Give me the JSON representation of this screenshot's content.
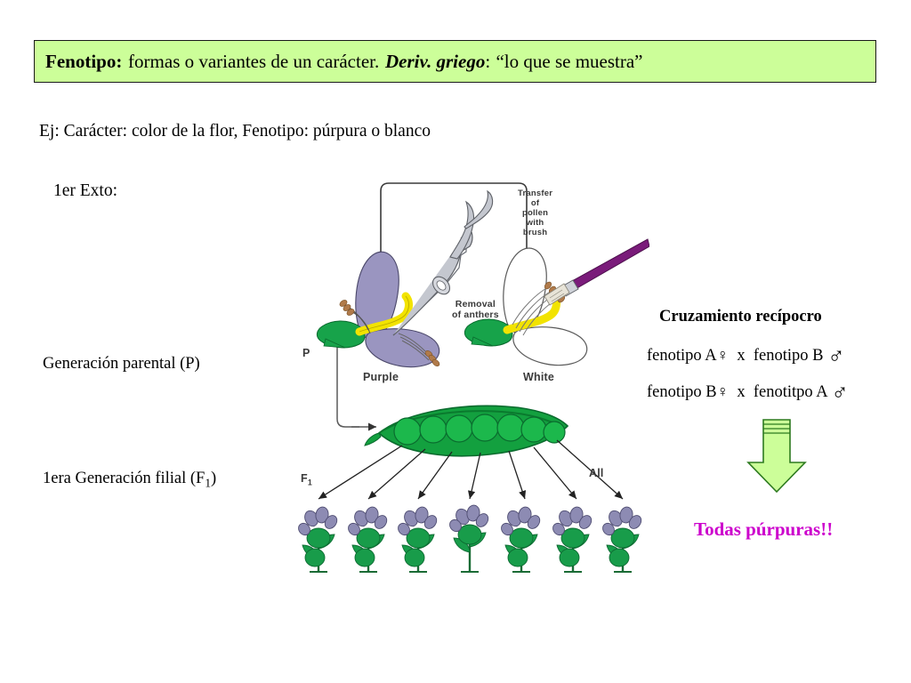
{
  "slide": {
    "background_color": "#ffffff"
  },
  "title_banner": {
    "term": "Fenotipo:",
    "definition": "formas o variantes de un carácter.",
    "origin_label": "Deriv. griego",
    "origin_sep": ":",
    "origin_meaning": "“lo que se muestra”",
    "background_color": "#ccfe99",
    "border_color": "#1a1a1a"
  },
  "body": {
    "example_line": "Ej: Carácter: color de la flor, Fenotipo: púrpura o blanco",
    "experiment_label": "1er Exto:",
    "parental_generation_label": "Generación parental (P)",
    "filial_generation_label_main": "1era Generación filial (F",
    "filial_generation_subscript": "1",
    "filial_generation_label_end": ")"
  },
  "reciprocal_cross": {
    "title": "Cruzamiento recípocro",
    "line1": {
      "left_phenotype": "fenotipo A",
      "female_symbol": "♀",
      "operator": "x",
      "right_phenotype": "fenotipo B",
      "male_symbol": "♂"
    },
    "line2": {
      "left_phenotype": "fenotipo B",
      "female_symbol": "♀",
      "operator": "x",
      "right_phenotype": "fenotitpo A",
      "male_symbol": "♂"
    },
    "arrow": {
      "icon": "down-block-arrow-icon",
      "fill_color": "#ccfe99",
      "stroke_color": "#2d7a1f"
    },
    "result_text": "Todas púrpuras!!",
    "result_color": "#cc00cc"
  },
  "figure": {
    "caption_transfer": "Transfer\nof\npollen\nwith\nbrush",
    "caption_transfer_lines": [
      "Transfer",
      "of",
      "pollen",
      "with",
      "brush"
    ],
    "caption_removal_lines": [
      "Removal",
      "of anthers"
    ],
    "label_p": "P",
    "label_purple": "Purple",
    "label_white": "White",
    "label_f1_main": "F",
    "label_f1_sub": "1",
    "label_all": "All",
    "colors": {
      "petal_purple": "#9a95c0",
      "petal_white": "#ffffff",
      "sepal_green": "#17a34a",
      "pod_green": "#13a03f",
      "pod_dark": "#0a7a2e",
      "stamen_yellow": "#f2e300",
      "anther_brown": "#b07a4a",
      "brush_handle": "#7a1b7a",
      "tweezer_gray": "#b9bcc4",
      "outline": "#333333",
      "plant_green": "#189c4a",
      "plant_flower": "#8d8bb3"
    },
    "pea_count": 7,
    "f1_plant_count": 7
  }
}
